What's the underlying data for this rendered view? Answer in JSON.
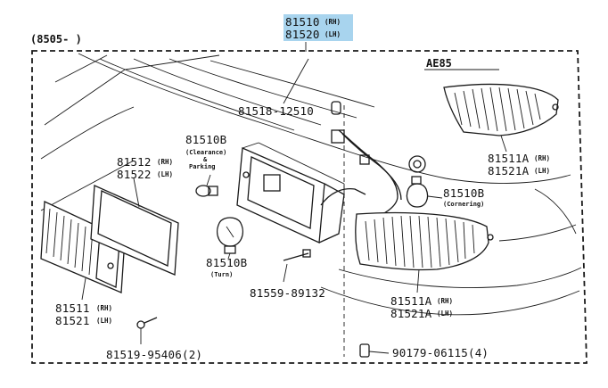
{
  "highlight_color": "#a8d4ee",
  "main_part": {
    "rh": "81510",
    "lh": "81520",
    "rh_tag": "(RH)",
    "lh_tag": "(LH)"
  },
  "date_range": "(8505-        )",
  "variant_label": "AE85",
  "labels": {
    "screw_top": "81518-12510",
    "bulb_clearance": "81510B",
    "bulb_clearance_caption1": "(Clearance)",
    "bulb_clearance_caption2": "&",
    "bulb_clearance_caption3": "Parking",
    "gasket_rh": "81512",
    "gasket_lh": "81522",
    "lens_rh": "81511",
    "lens_lh": "81521",
    "bulb_turn": "81510B",
    "bulb_turn_caption": "(Turn)",
    "screw_mid": "81559-89132",
    "screw_bottom_left": "81519-95406(2)",
    "bulb_cornering": "81510B",
    "bulb_cornering_caption": "(Cornering)",
    "corner_lens_main_rh": "81511A",
    "corner_lens_main_lh": "81521A",
    "corner_lens_ae85_rh": "81511A",
    "corner_lens_ae85_lh": "81521A",
    "clip_bottom": "90179-06115(4)",
    "rh": "(RH)",
    "lh": "(LH)"
  }
}
